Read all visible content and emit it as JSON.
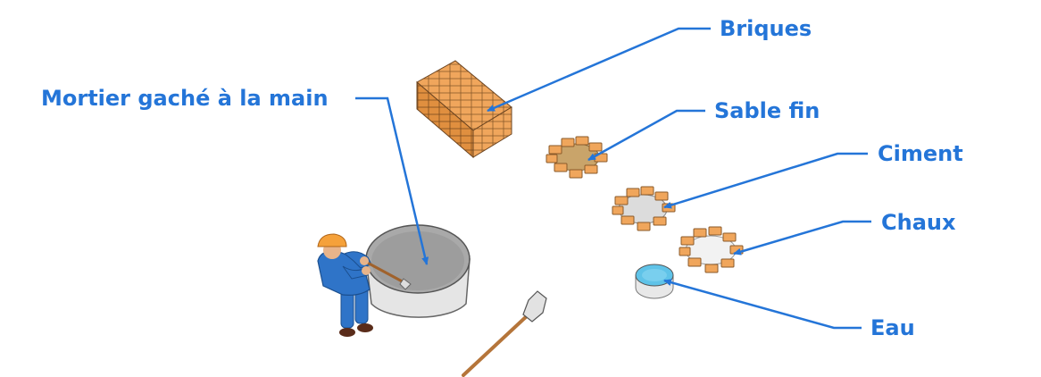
{
  "labels": {
    "mortier": "Mortier gaché à la main",
    "briques": "Briques",
    "sable": "Sable fin",
    "ciment": "Ciment",
    "chaux": "Chaux",
    "eau": "Eau"
  },
  "colors": {
    "label_text": "#2475d8",
    "leader_line": "#2475d8",
    "brick": "#f0a65c",
    "brick_outline": "#8a5a2a",
    "sand": "#c9a46a",
    "cement": "#dcdcdc",
    "lime": "#f2f2f2",
    "water": "#5fc3e8",
    "worker_suit": "#2f74c8",
    "helmet": "#f5a13a"
  },
  "icons": {
    "worker": "worker-icon",
    "mixing_tub": "mortar-tub-icon",
    "brick_stack": "brick-stack-icon",
    "material_pile": "brick-ring-pile-icon",
    "water_bucket": "water-bucket-icon",
    "shovel": "shovel-icon"
  }
}
